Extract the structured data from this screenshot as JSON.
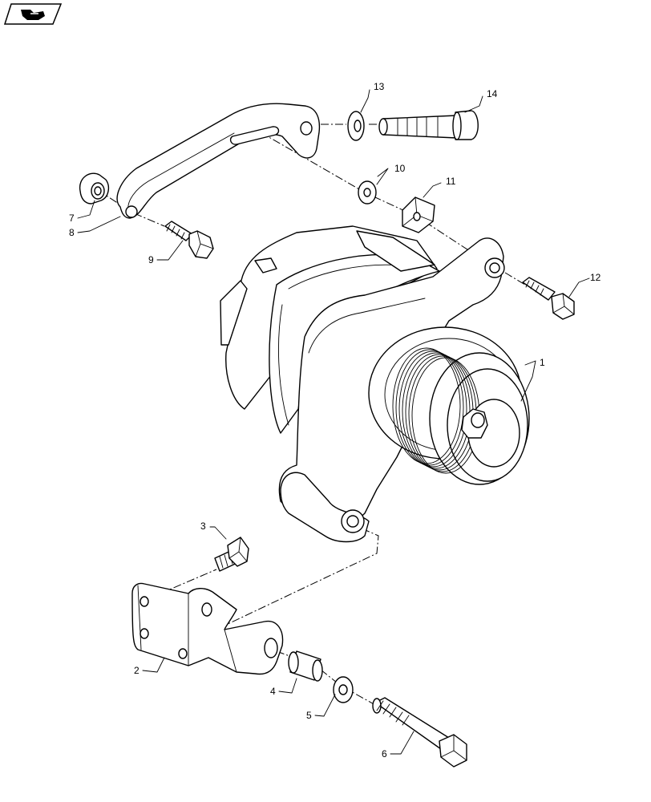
{
  "icon": {
    "name": "section-navigation-icon"
  },
  "callouts": {
    "c1": "1",
    "c2": "2",
    "c3": "3",
    "c4": "4",
    "c5": "5",
    "c6": "6",
    "c7": "7",
    "c8": "8",
    "c9": "9",
    "c10": "10",
    "c11": "11",
    "c12": "12",
    "c13": "13",
    "c14": "14"
  }
}
